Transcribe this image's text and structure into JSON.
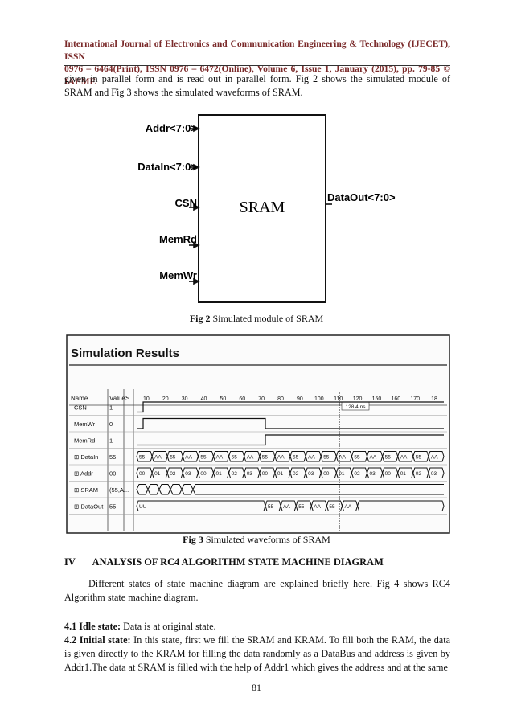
{
  "header": {
    "line1": "International Journal of Electronics and Communication Engineering & Technology (IJECET), ISSN",
    "line2": "0976 – 6464(Print), ISSN 0976 – 6472(Online), Volume 6, Issue 1, January (2015), pp. 79-85 © IAEME"
  },
  "intro_paragraph": "given in parallel form and is read out in parallel form. Fig 2 shows the simulated module of SRAM and Fig 3 shows the simulated waveforms of SRAM.",
  "fig2": {
    "block_label": "SRAM",
    "inputs": [
      "Addr<7:0>",
      "DataIn<7:0>",
      "CSN",
      "MemRd",
      "MemWr"
    ],
    "output": "DataOut<7:0>",
    "caption_label": "Fig 2",
    "caption_text": " Simulated module of SRAM"
  },
  "fig3": {
    "title": "Simulation Results",
    "col_name": "Name",
    "col_value": "Value",
    "col_s": "S",
    "time_ticks": [
      "10",
      "20",
      "30",
      "40",
      "50",
      "60",
      "70",
      "80",
      "90",
      "100",
      "110",
      "120",
      "150",
      "160",
      "170",
      "18"
    ],
    "cursor_label": "128.4 ns",
    "signals": [
      {
        "name": "CSN",
        "value": "1"
      },
      {
        "name": "MemWr",
        "value": "0"
      },
      {
        "name": "MemRd",
        "value": "1"
      },
      {
        "name": "DataIn",
        "value": "55"
      },
      {
        "name": "Addr",
        "value": "00"
      },
      {
        "name": "SRAM",
        "value": "(55,A..."
      },
      {
        "name": "DataOut",
        "value": "55"
      }
    ],
    "datain_bus": [
      "55",
      "AA",
      "55",
      "AA",
      "55",
      "AA",
      "55",
      "AA",
      "55",
      "AA",
      "55",
      "AA",
      "55",
      "AA",
      "55",
      "AA",
      "55",
      "AA",
      "55",
      "AA"
    ],
    "addr_bus": [
      "00",
      "01",
      "02",
      "03",
      "00",
      "01",
      "02",
      "03",
      "00",
      "01",
      "02",
      "03",
      "00",
      "01",
      "02",
      "03",
      "00",
      "01",
      "02",
      "03"
    ],
    "dataout_bus": [
      "UU",
      "55",
      "AA",
      "55",
      "AA",
      "55",
      "AA"
    ],
    "caption_label": "Fig 3",
    "caption_text": " Simulated waveforms of SRAM"
  },
  "section4": {
    "number": "IV",
    "title": "ANALYSIS OF RC4 ALGORITHM STATE MACHINE DIAGRAM",
    "paragraph": "Different states of state machine diagram are explained briefly here. Fig 4 shows RC4 Algorithm state machine diagram.",
    "sub1_label": "4.1 Idle state:",
    "sub1_text": " Data is at original state.",
    "sub2_label": "4.2 Initial state:",
    "sub2_text": " In this state, first we fill the SRAM and KRAM. To fill both the RAM, the data is given directly to the KRAM for filling the data randomly as a DataBus and address is given by Addr1.The data at SRAM is filled with the help of Addr1 which gives the address and at the same"
  },
  "page_number": "81"
}
